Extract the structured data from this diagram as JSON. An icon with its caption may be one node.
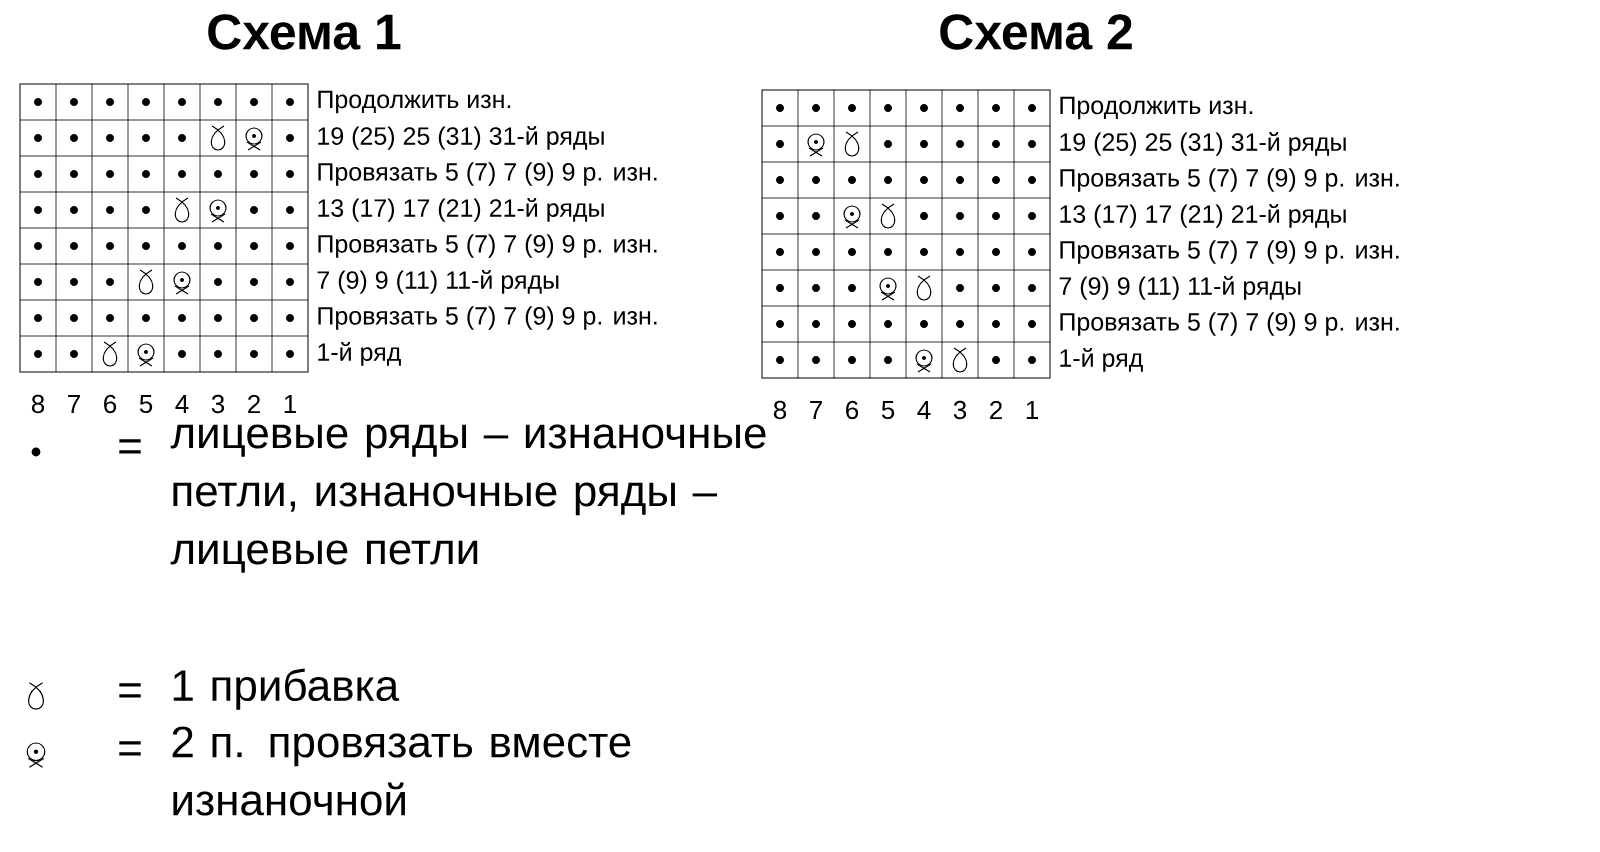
{
  "diagram": {
    "nodes": [
      {
        "text": [
          "Схема 1"
        ],
        "beside": [
          "Продолжить изн.",
          "19 (25) 25 (31) 31-й ряды",
          "Провязать 5 (7) 7 (9) 9 р. изн.",
          "13 (17) 17 (21) 21-й ряды",
          "Провязать 5 (7) 7 (9) 9 р. изн.",
          "7 (9) 9 (11) 11-й ряды",
          "Провязать 5 (7) 7 (9) 9 р. изн.",
          "1-й ряд"
        ]
      },
      {
        "text": [
          "Схема 2"
        ],
        "beside": [
          "Продолжить изн.",
          "19 (25) 25 (31) 31-й ряды",
          "Провязать 5 (7) 7 (9) 9 р. изн.",
          "13 (17) 17 (21) 21-й ряды",
          "Провязать 5 (7) 7 (9) 9 р. изн.",
          "7 (9) 9 (11) 11-й ряды",
          "Провязать 5 (7) 7 (9) 9 р. изн.",
          "1-й ряд"
        ]
      }
    ],
    "labels": [
      "8",
      "7",
      "6",
      "5",
      "4",
      "3",
      "2",
      "1",
      "8",
      "7",
      "6",
      "5",
      "4",
      "3",
      "2",
      "1",
      "=",
      "=",
      "="
    ],
    "legend": [
      {
        "text": "лицевые ряды – изнаночные петли, изнаночные ряды – лицевые петли"
      },
      {
        "text": "1 прибавка"
      },
      {
        "text": "2 п. провязать вместе изнаночной"
      }
    ]
  }
}
